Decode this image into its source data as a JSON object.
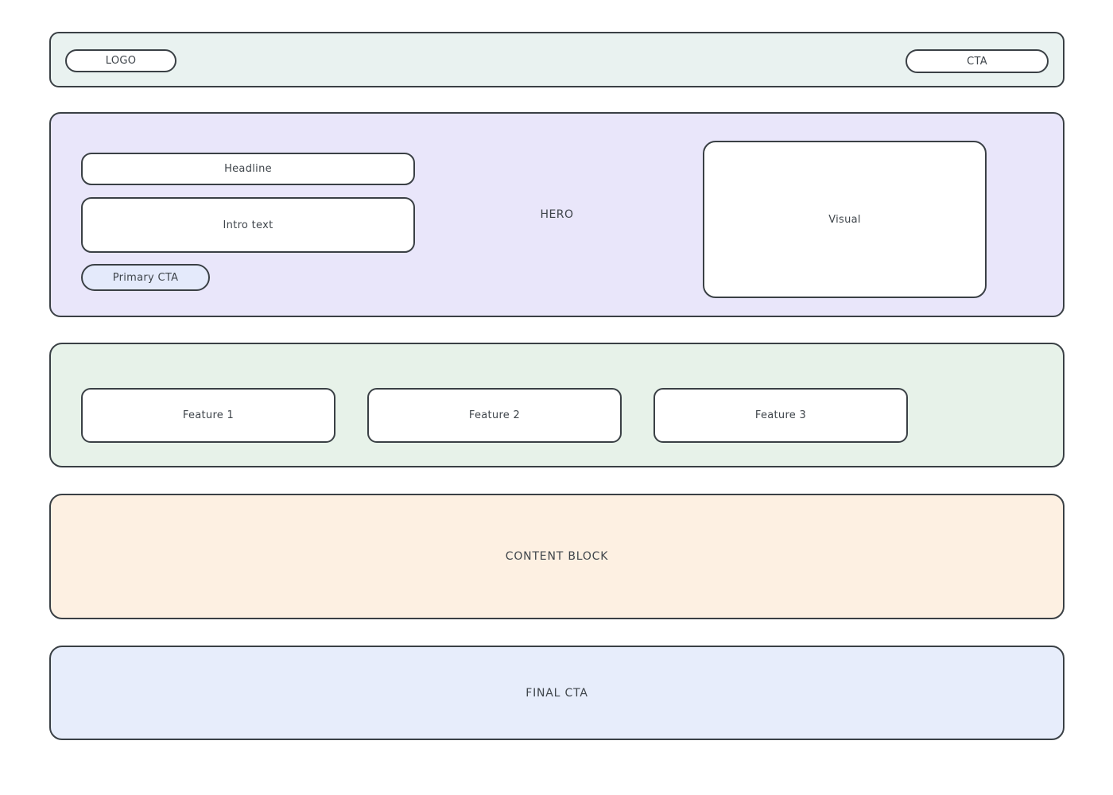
{
  "palette": {
    "border": "#3a4045",
    "text": "#3f454b",
    "topbar_bg": "#e9f2f0",
    "hero_bg": "#e9e6fa",
    "primary_cta_bg": "#e4eafb",
    "features_bg": "#e7f2e9",
    "content_bg": "#fdf0e2",
    "final_bg": "#e7edfb",
    "card_bg": "#ffffff"
  },
  "topbar": {
    "logo_label": "LOGO",
    "cta_label": "CTA"
  },
  "hero": {
    "section_label": "HERO",
    "headline_label": "Headline",
    "intro_label": "Intro text",
    "primary_cta_label": "Primary CTA",
    "visual_label": "Visual"
  },
  "features": {
    "items": [
      {
        "label": "Feature 1"
      },
      {
        "label": "Feature 2"
      },
      {
        "label": "Feature 3"
      }
    ]
  },
  "content_block": {
    "label": "CONTENT BLOCK"
  },
  "final_cta": {
    "label": "FINAL CTA"
  }
}
